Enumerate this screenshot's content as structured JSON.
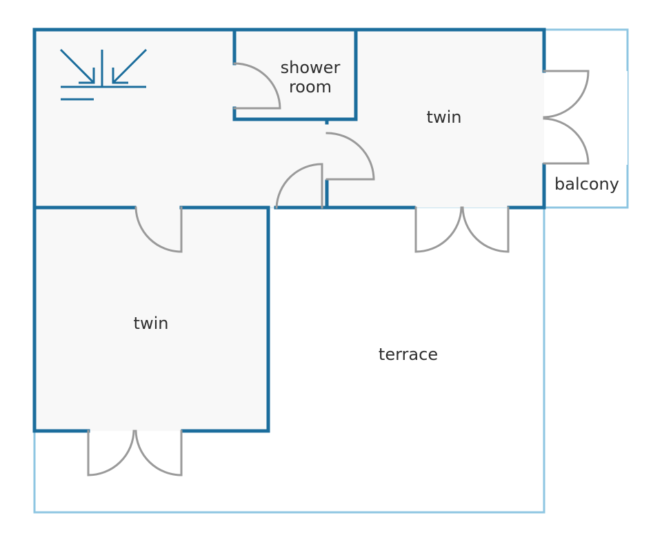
{
  "colors": {
    "wall": "#1b6d9c",
    "outdoor_outline": "#8ec6e2",
    "room_fill": "#f8f8f8",
    "door": "#9a9a9a",
    "label": "#2e2e2e",
    "background": "#ffffff"
  },
  "icons": {
    "stairs": "stairs-icon"
  },
  "rooms": {
    "shower_line1": "shower",
    "shower_line2": "room",
    "twin_top": "twin",
    "twin_left": "twin",
    "balcony": "balcony",
    "terrace": "terrace"
  }
}
